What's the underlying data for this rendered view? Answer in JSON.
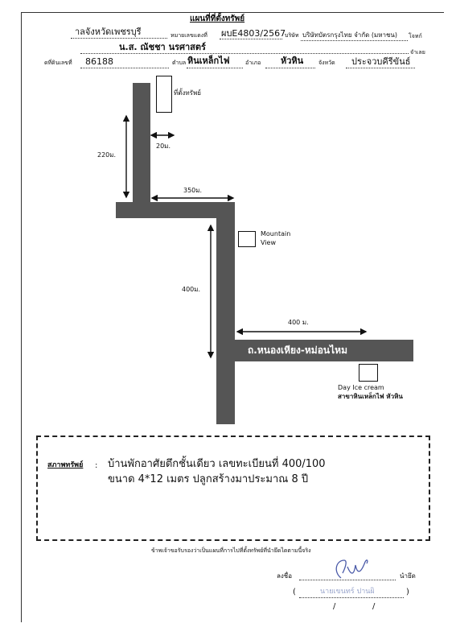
{
  "header": {
    "title": "แผนที่ที่ตั้งทรัพย์",
    "row1_left": "าลจังหวัดเพชรบุรี",
    "row1_case_label": "หมายเลขแดงที่",
    "row1_case_value": "ผบE4803/2567",
    "row1_company_label": "บริษัท",
    "row1_company_value": "บริษัทบัตรกรุงไทย จำกัด (มหาชน)",
    "row1_plaintiff": "โจทก์",
    "row2_name": "น.ส. ณัชชา นรศาสตร์",
    "row2_defendant": "จำเลย",
    "row3_deed_label": "ดที่ดินเลขที่",
    "row3_deed_value": "86188",
    "row3_subdistrict_label": "ตำบล",
    "row3_subdistrict_value": "หินเหล็กไฟ",
    "row3_district_label": "อำเภอ",
    "row3_district_value": "หัวหิน",
    "row3_province_label": "จังหวัด",
    "row3_province_value": "ประจวบคีรีขันธ์"
  },
  "map": {
    "property_label": "ที่ตั้งทรัพย์",
    "dist_220": "220ม.",
    "dist_20": "20ม.",
    "dist_350": "350ม.",
    "dist_400_vert": "400ม.",
    "dist_400_horiz": "400 ม.",
    "mountain_line1": "Mountain",
    "mountain_line2": "View",
    "road_name": "ถ.หนองเหียง-หม่อนไหม",
    "dayice_line1": "Day Ice cream",
    "dayice_line2": "สาขาหินเหล็กไฟ หัวหิน"
  },
  "details": {
    "label": "สภาพทรัพย์",
    "colon": ":",
    "line1": "บ้านพักอาศัยตึกชั้นเดียว เลขทะเบียนที่ 400/100",
    "line2": "ขนาด 4*12 เมตร ปลูกสร้างมาประมาณ 8 ปี"
  },
  "certify": {
    "statement": "ข้าพเจ้าขอรับรองว่าเป็นแผนที่การไปที่ตั้งทรัพย์ที่นำยึดไดตามนี้จริง",
    "sign_label": "ลงชื่อ",
    "role": "นำยึด",
    "open_paren": "(",
    "close_paren": ")",
    "signer_name": "นายเขนทร์ ปานผิ",
    "date_slash1": "/",
    "date_slash2": "/"
  },
  "colors": {
    "road": "#555555",
    "signature_ink": "#4a5aa8",
    "signer_name": "#9aa6cc"
  }
}
